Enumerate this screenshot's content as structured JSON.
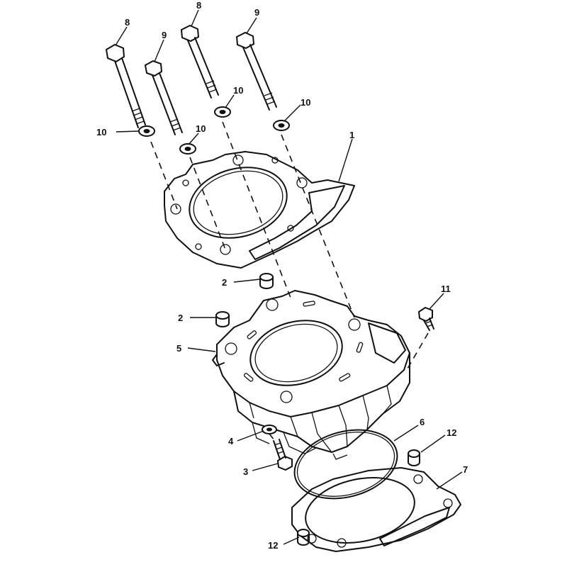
{
  "callouts": {
    "c1": "1",
    "c2a": "2",
    "c2b": "2",
    "c3": "3",
    "c4": "4",
    "c5": "5",
    "c6": "6",
    "c7": "7",
    "c8a": "8",
    "c8b": "8",
    "c9a": "9",
    "c9b": "9",
    "c10a": "10",
    "c10b": "10",
    "c10c": "10",
    "c10d": "10",
    "c11": "11",
    "c12a": "12",
    "c12b": "12"
  }
}
